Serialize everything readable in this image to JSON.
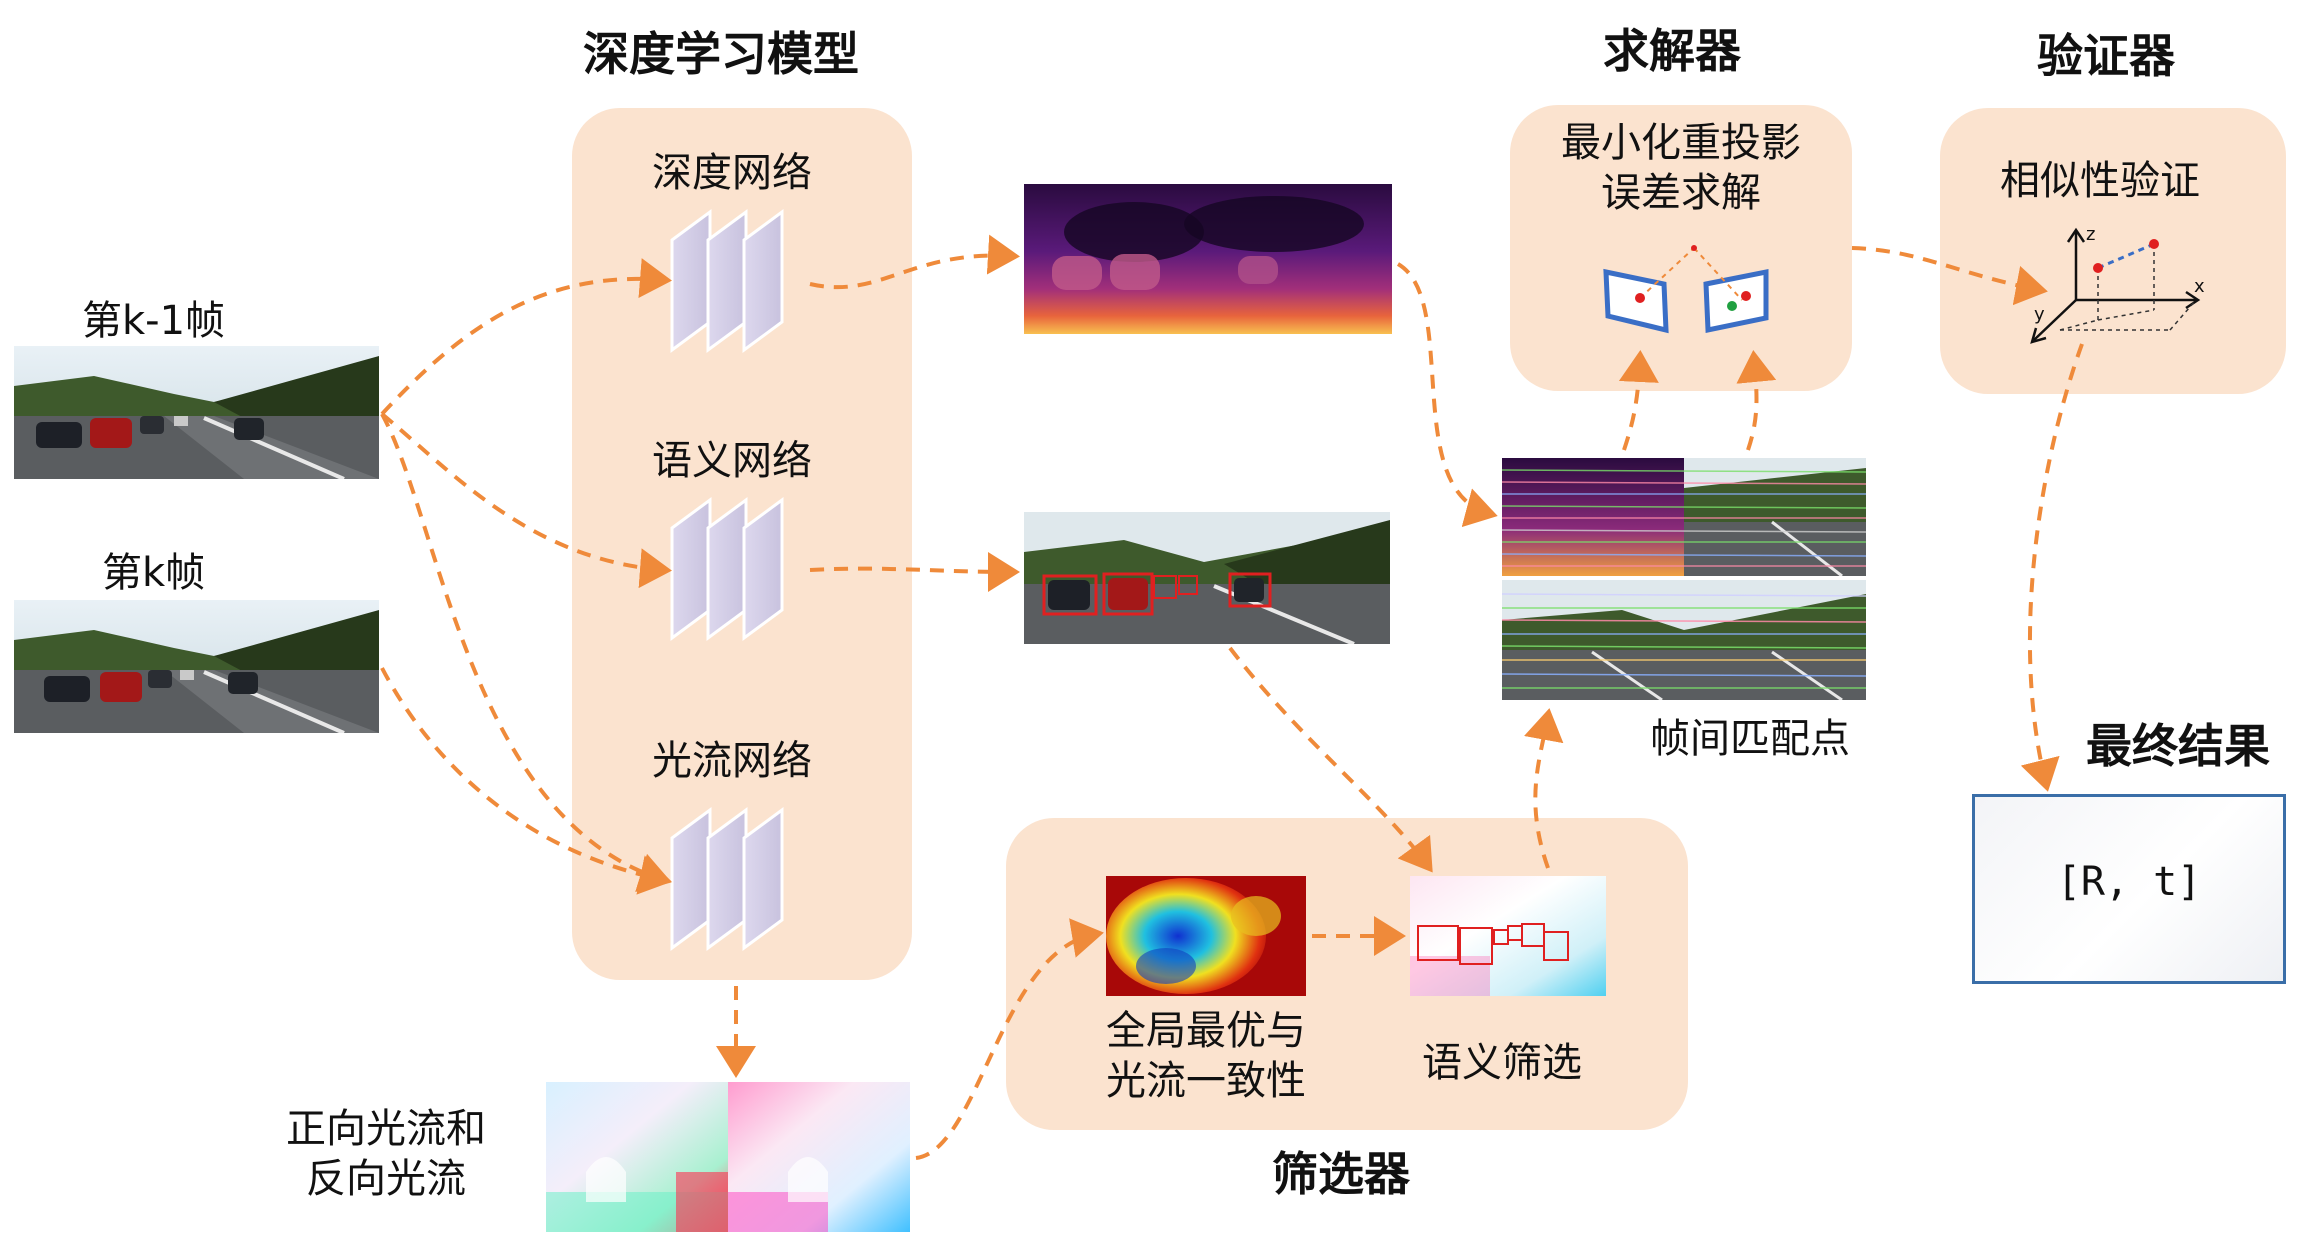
{
  "headings": {
    "deep_model": "深度学习模型",
    "solver": "求解器",
    "verifier": "验证器",
    "filter": "筛选器",
    "final_result": "最终结果"
  },
  "frames": {
    "prev_frame": "第k-1帧",
    "curr_frame": "第k帧"
  },
  "networks": {
    "depth": "深度网络",
    "semantic": "语义网络",
    "flow": "光流网络"
  },
  "flow_output": {
    "line1": "正向光流和",
    "line2": "反向光流"
  },
  "filter_steps": {
    "global_line1": "全局最优与",
    "global_line2": "光流一致性",
    "semantic": "语义筛选"
  },
  "matches_label": "帧间匹配点",
  "solver_box": {
    "line1": "最小化重投影",
    "line2": "误差求解"
  },
  "verifier_box": {
    "label": "相似性验证",
    "axis_x": "x",
    "axis_y": "y",
    "axis_z": "z"
  },
  "result": "[R, t]",
  "colors": {
    "arrow": "#ef8a3a",
    "panel": "#fbe3cf",
    "detection_box": "#e02020",
    "camera_frame": "#3a6ec6",
    "result_border": "#3a6ea8"
  }
}
